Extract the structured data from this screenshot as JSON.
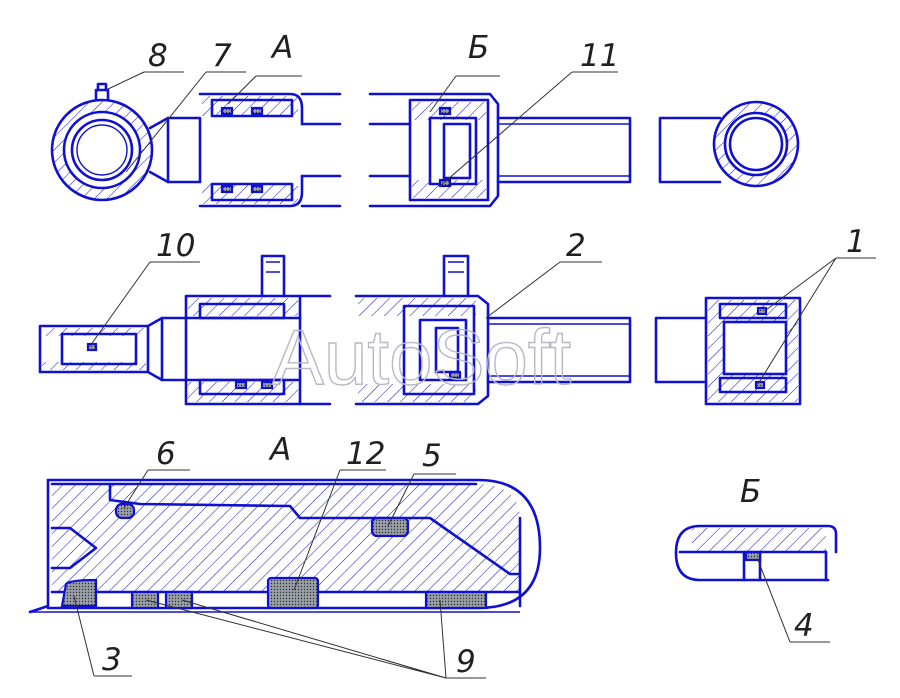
{
  "callouts": {
    "c1": "1",
    "c2": "2",
    "c3": "3",
    "c4": "4",
    "c5": "5",
    "c6": "6",
    "c7": "7",
    "c8": "8",
    "c9": "9",
    "c10": "10",
    "c11": "11",
    "c12": "12"
  },
  "views": {
    "a_top": "А",
    "b_top": "Б",
    "a_detail": "А",
    "b_detail": "Б"
  },
  "watermark": "AutoSoft",
  "colors": {
    "outline": "#1010d0",
    "leader": "#303030",
    "background": "#ffffff"
  }
}
